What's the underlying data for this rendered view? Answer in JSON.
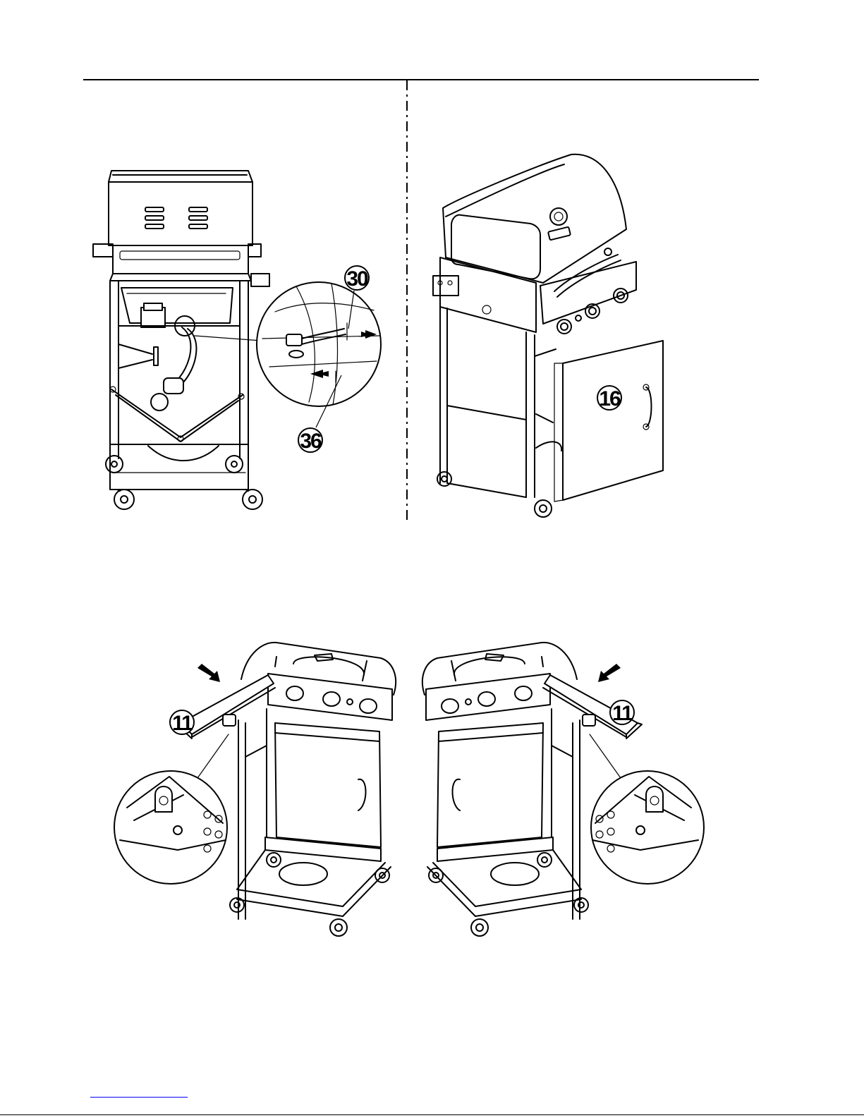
{
  "page": {
    "header_rule": true,
    "footer_link": ""
  },
  "step_a": {
    "callouts": [
      "30",
      "36"
    ]
  },
  "step_b": {
    "callouts": [
      "16"
    ]
  },
  "step_c": {
    "callouts": [
      "11",
      "11"
    ]
  },
  "colors": {
    "ink": "#000000",
    "paper": "#ffffff",
    "footer_link": "#0000ff"
  }
}
